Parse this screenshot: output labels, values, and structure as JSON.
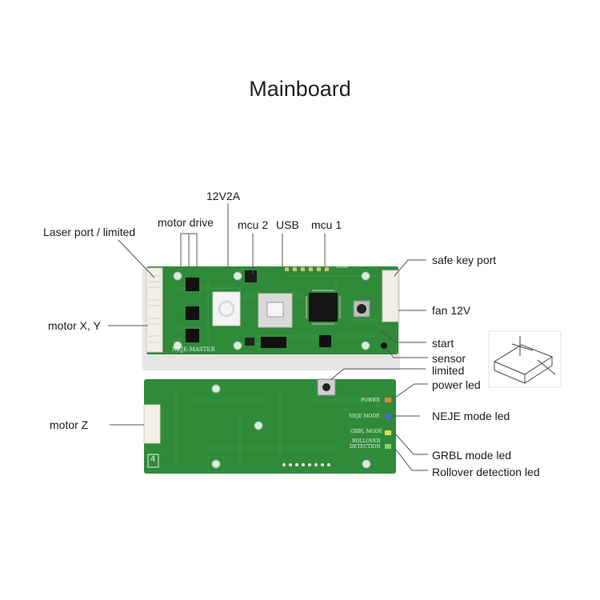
{
  "title": "Mainboard",
  "labels": {
    "v12": "12V2A",
    "motor_drive": "motor drive",
    "mcu2": "mcu 2",
    "usb": "USB",
    "mcu1": "mcu 1",
    "laser_port": "Laser port / limited",
    "motor_xy": "motor X, Y",
    "motor_z": "motor Z",
    "safe_key": "safe key port",
    "fan": "fan 12V",
    "start": "start",
    "sensor": "sensor",
    "limited": "limited",
    "power_led": "power led",
    "neje_mode_led": "NEJE mode led",
    "grbl_mode_led": "GRBL mode led",
    "rollover_led": "Rollover detection led"
  },
  "silkscreen": {
    "board_name": "NEJE-MASTER",
    "gnd": "GND",
    "power": "POWER",
    "neje_mode": "NEJE MODE",
    "grbl_mode": "GRBL MODE",
    "rollover": "ROLLOVER",
    "detection": "DETECTION",
    "board_number": "4"
  },
  "colors": {
    "pcb": "#2f8a3a",
    "pcb_dark": "#24702d",
    "chip": "#111111",
    "leader": "#555555"
  }
}
